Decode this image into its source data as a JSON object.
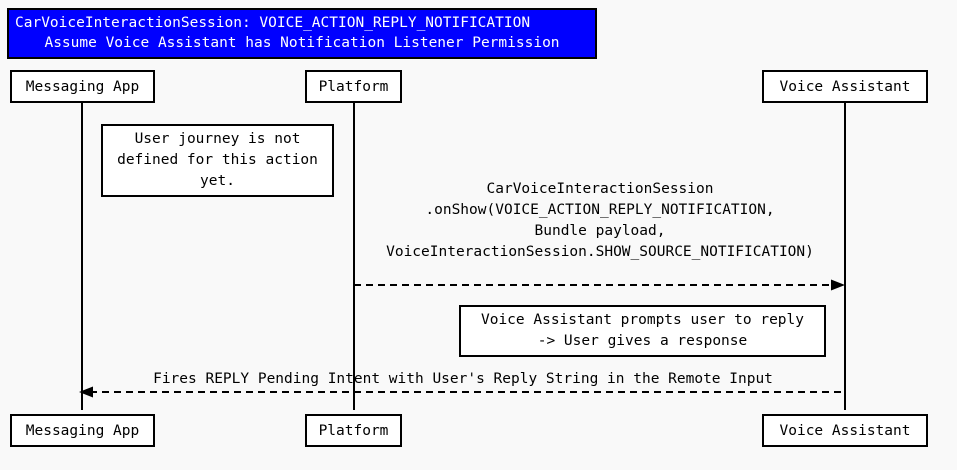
{
  "diagram": {
    "type": "uml-sequence-diagram",
    "background_color": "#f9f9f9",
    "title": {
      "background_color": "#0000ff",
      "text_color": "#ffffff",
      "lines": [
        "CarVoiceInteractionSession: VOICE_ACTION_REPLY_NOTIFICATION",
        "Assume Voice Assistant has Notification Listener Permission"
      ]
    },
    "participants": [
      {
        "id": "messaging-app",
        "label": "Messaging App"
      },
      {
        "id": "platform",
        "label": "Platform"
      },
      {
        "id": "voice-assistant",
        "label": "Voice Assistant"
      }
    ],
    "notes": [
      {
        "id": "note-user-journey",
        "attached_to": "messaging-app",
        "lines": [
          "User journey is not",
          "defined for this action",
          "yet."
        ]
      },
      {
        "id": "note-voice-prompt",
        "attached_to": "voice-assistant",
        "lines": [
          "Voice Assistant prompts user to reply",
          "-> User gives a response"
        ]
      }
    ],
    "messages": [
      {
        "id": "msg-onshow",
        "from": "platform",
        "to": "voice-assistant",
        "direction": "right",
        "style": "dashed",
        "arrowhead": "filled",
        "lines": [
          "CarVoiceInteractionSession",
          ".onShow(VOICE_ACTION_REPLY_NOTIFICATION,",
          "Bundle payload,",
          "VoiceInteractionSession.SHOW_SOURCE_NOTIFICATION)"
        ]
      },
      {
        "id": "msg-reply-intent",
        "from": "voice-assistant",
        "to": "messaging-app",
        "direction": "left",
        "style": "dashed",
        "arrowhead": "filled",
        "lines": [
          "Fires REPLY Pending Intent with User's Reply String in the Remote Input"
        ]
      }
    ]
  }
}
